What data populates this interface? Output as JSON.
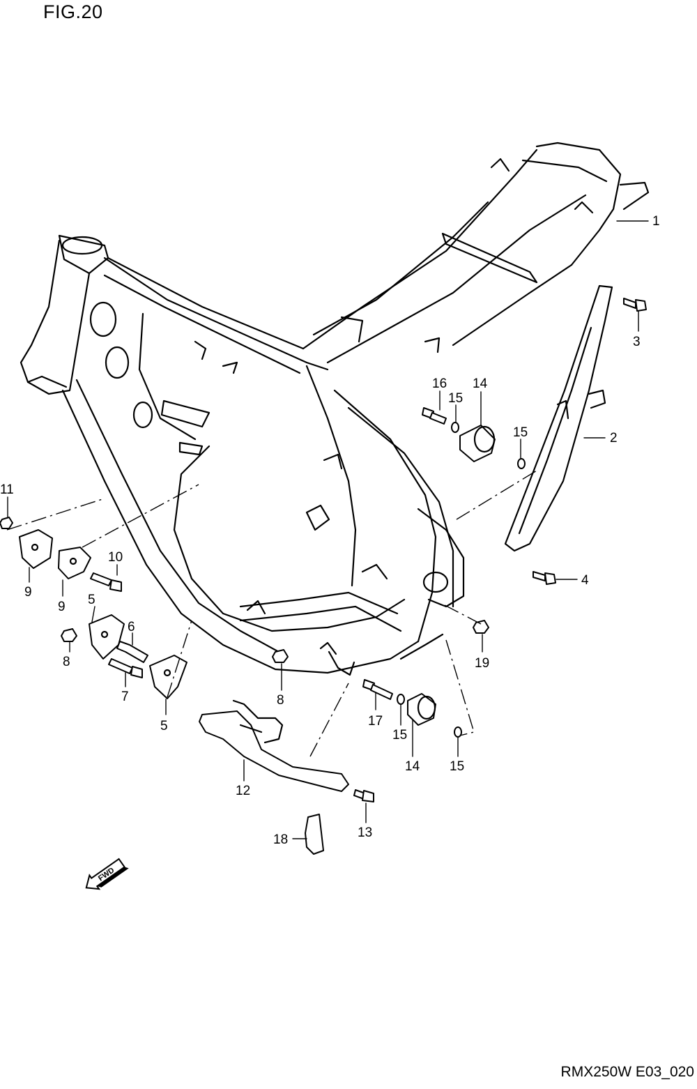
{
  "figure": {
    "title": "FIG.20",
    "code": "RMX250W E03_020"
  },
  "callouts": {
    "c1": "1",
    "c2": "2",
    "c3": "3",
    "c4": "4",
    "c5a": "5",
    "c5b": "5",
    "c6": "6",
    "c7": "7",
    "c8a": "8",
    "c8b": "8",
    "c9a": "9",
    "c9b": "9",
    "c10": "10",
    "c11": "11",
    "c12": "12",
    "c13": "13",
    "c14a": "14",
    "c14b": "14",
    "c15a": "15",
    "c15b": "15",
    "c15c": "15",
    "c15d": "15",
    "c16": "16",
    "c17": "17",
    "c18": "18",
    "c19": "19"
  },
  "fwd_arrow": {
    "label": "FWD"
  }
}
